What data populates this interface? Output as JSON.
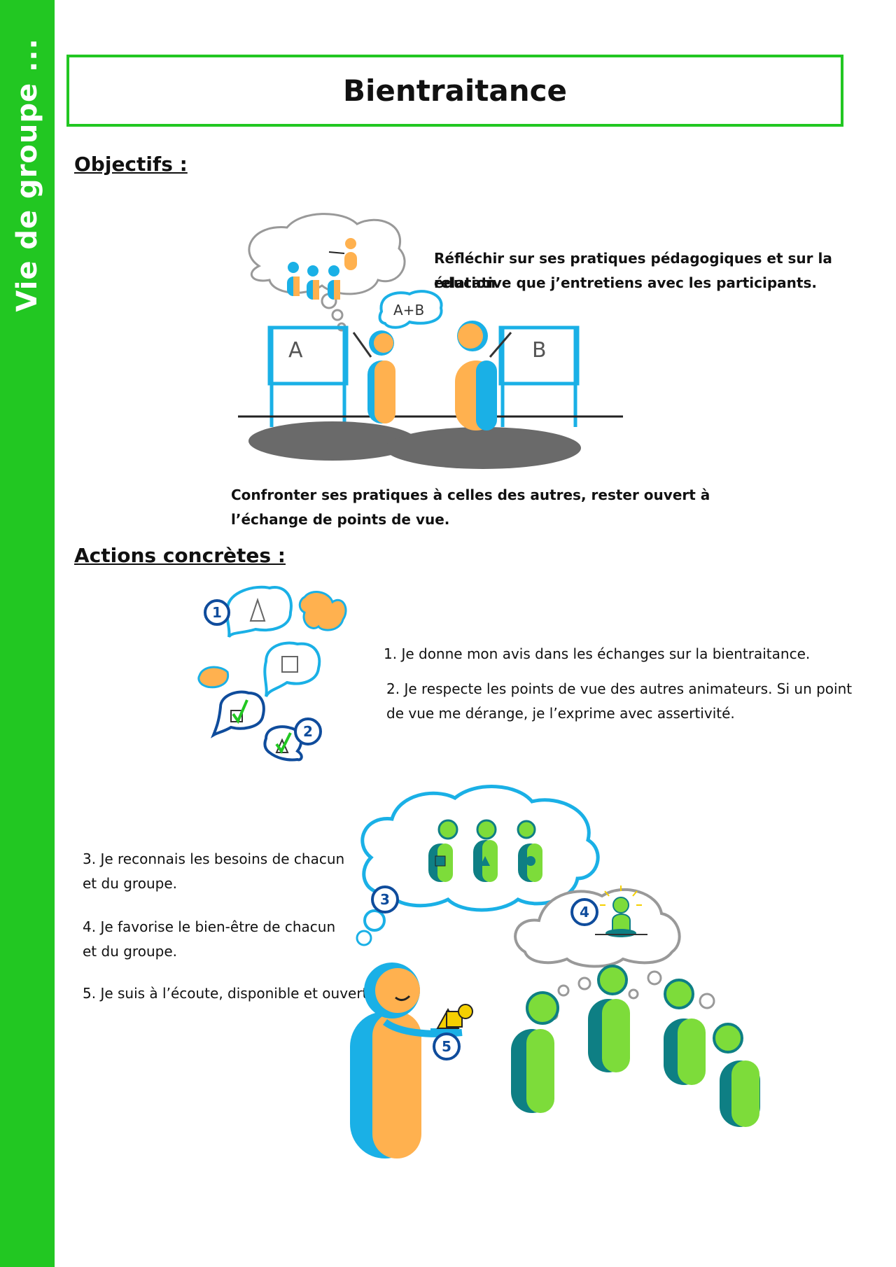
{
  "sidebar": {
    "label": "Vie de groupe ..."
  },
  "header": {
    "title": "Bientraitance"
  },
  "objectifs": {
    "heading": "Objectifs :",
    "paragraph1_line1": "Réfléchir sur ses pratiques pédagogiques et sur la relation",
    "paragraph1_line2": "éducative que j’entretiens avec les participants.",
    "paragraph2_line1": "Confronter ses pratiques à celles des autres, rester ouvert à",
    "paragraph2_line2": "l’échange de points de vue.",
    "board_a": "A",
    "board_b": "B",
    "bubble_text": "A+B"
  },
  "actions": {
    "heading": "Actions concrètes :",
    "item1": "1. Je donne mon avis dans les échanges sur la bientraitance.",
    "item2_line1": "2. Je respecte les points de vue des autres animateurs. Si un point",
    "item2_line2": "de vue me dérange, je l’exprime avec assertivité.",
    "item3_line1": "3. Je reconnais les besoins de chacun",
    "item3_line2": "et du groupe.",
    "item4_line1": "4. Je favorise le bien-être de chacun",
    "item4_line2": "et du groupe.",
    "item5": "5. Je suis à l’écoute, disponible et ouvert.",
    "badges": [
      "1",
      "2",
      "3",
      "4",
      "5"
    ]
  },
  "colors": {
    "green_band": "#22c722",
    "blue": "#1ab0e6",
    "orange": "#ffb14f",
    "lime": "#7ddc3a",
    "teal": "#0e7f84",
    "navy": "#0f4c9c"
  }
}
